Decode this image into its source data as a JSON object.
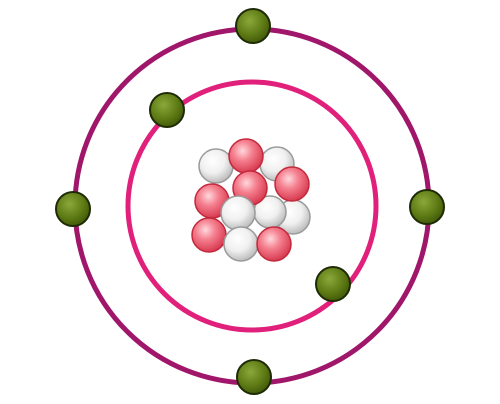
{
  "diagram": {
    "kind": "bohr-atom-model",
    "nucleus": {
      "proton_count": 6,
      "neutron_count": 6
    },
    "shells": [
      {
        "name": "inner-shell",
        "electron_count": 2
      },
      {
        "name": "outer-shell",
        "electron_count": 4
      }
    ],
    "colors": {
      "background": "#ffffff",
      "outer_orbit": "#a0166a",
      "inner_orbit": "#e0207a",
      "electron_fill": "#5e7d14",
      "electron_stroke": "#1e2b05",
      "proton_fill": "#ef6f7f",
      "proton_stroke": "#c2293c",
      "neutron_fill": "#f3f3f3",
      "neutron_stroke": "#9a9a9a"
    }
  }
}
